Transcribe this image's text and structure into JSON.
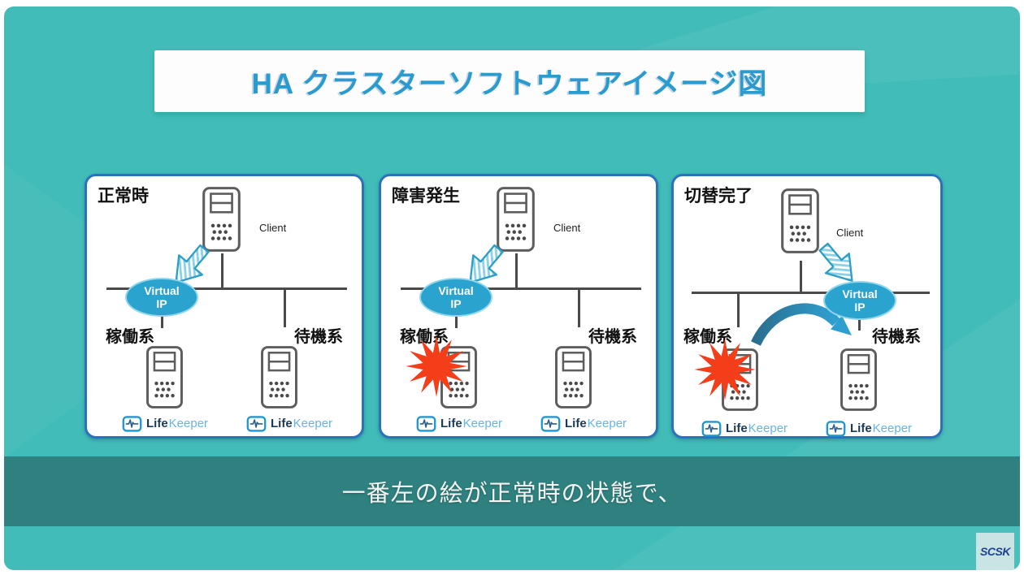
{
  "slide": {
    "title": "HA クラスターソフトウェアイメージ図",
    "subtitle": "一番左の絵が正常時の状態で、",
    "logo_text": "SCSK"
  },
  "shared": {
    "vip_line1": "Virtual",
    "vip_line2": "IP",
    "lifekeeper_life": "Life",
    "lifekeeper_keeper": "Keeper"
  },
  "panels": [
    {
      "label": "正常時",
      "client_label": "Client",
      "active_label": "稼働系",
      "standby_label": "待機系"
    },
    {
      "label": "障害発生",
      "client_label": "Client",
      "active_label": "稼働系",
      "standby_label": "待機系"
    },
    {
      "label": "切替完了",
      "client_label": "Client",
      "active_label": "稼働系",
      "standby_label": "待機系"
    }
  ],
  "colors": {
    "background": "#41BCB8",
    "subtitle_band": "#2E817E",
    "title_text": "#2A9BCE",
    "panel_border": "#2B72BB",
    "virtual_ip_fill": "#2AA3CF",
    "failure_burst": "#F43D19",
    "failover_arrow_start": "#2B6F8F",
    "failover_arrow_end": "#2FA0D2",
    "lifekeeper_blue": "#1E96D2"
  }
}
